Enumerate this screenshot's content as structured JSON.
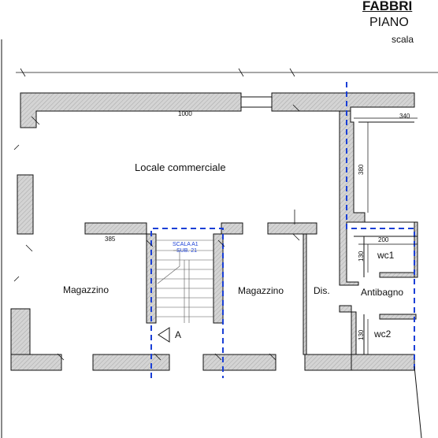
{
  "header": {
    "title": "FABBRI",
    "subtitle": "PIANO",
    "scale": "scala"
  },
  "rooms": {
    "locale_commerciale": "Locale commerciale",
    "magazzino_left": "Magazzino",
    "magazzino_right": "Magazzino",
    "dis": "Dis.",
    "antibagno": "Antibagno",
    "wc1": "wc1",
    "wc2": "wc2"
  },
  "stair": {
    "label_line1": "SCALA A1",
    "label_line2": "SUB. 21",
    "section_marker": "A"
  },
  "dimensions": {
    "d340": "340",
    "d380": "380",
    "d200": "200",
    "d130_top": "130",
    "d130_bottom": "130",
    "d385": "385",
    "d1000": "1000"
  },
  "colors": {
    "wall_fill": "#cfcfcf",
    "line": "#111111",
    "boundary": "#1a3fd6"
  }
}
